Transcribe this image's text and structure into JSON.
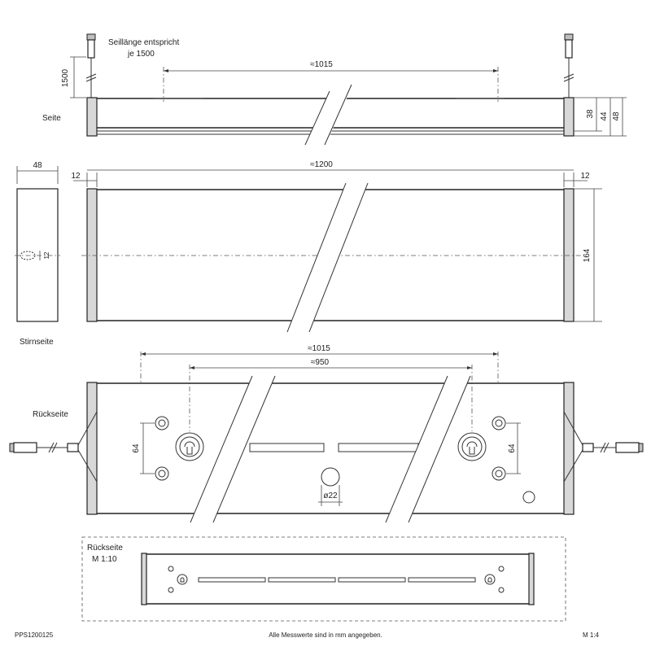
{
  "labels": {
    "suspension_note_1": "Seillänge entspricht",
    "suspension_note_2": "je 1500",
    "view_side": "Seite",
    "view_end": "Stirnseite",
    "view_back": "Rückseite",
    "view_back_inset": "Rückseite",
    "inset_scale": "M 1:10",
    "article_no": "PPS1200125",
    "note": "Alle Messwerte sind in mm angegeben.",
    "scale": "M 1:4"
  },
  "dimensions": {
    "cable_length": "1500",
    "side_spacing": "≈1015",
    "side_h1": "38",
    "side_h2": "44",
    "side_h3": "48",
    "end_width": "48",
    "end_hole": "12",
    "top_left_cap": "12",
    "top_length": "≈1200",
    "top_right_cap": "12",
    "top_depth": "164",
    "back_spacing_outer": "≈1015",
    "back_spacing_inner": "≈950",
    "back_hole_left": "64",
    "back_hole_right": "64",
    "back_diameter": "ø22"
  }
}
